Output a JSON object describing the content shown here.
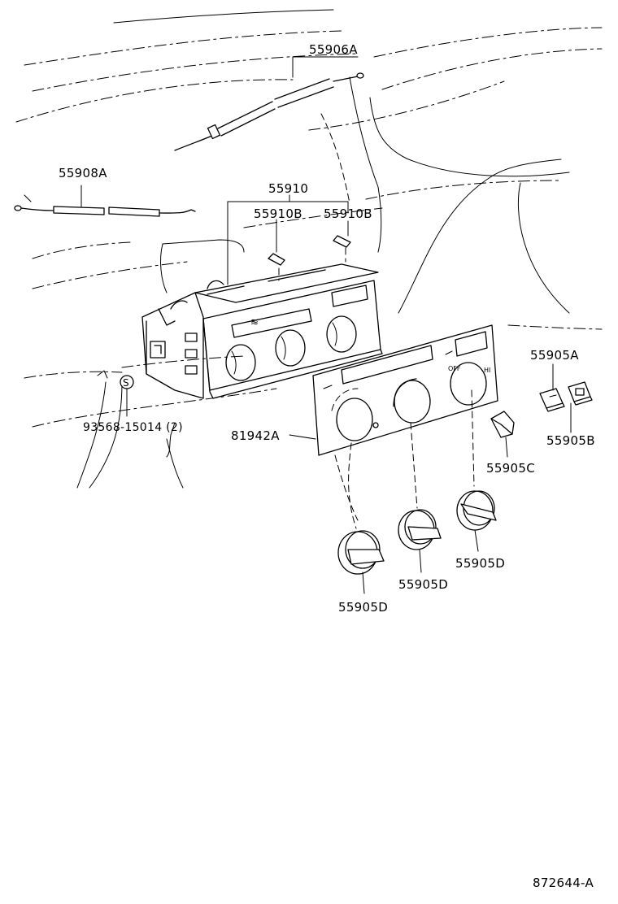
{
  "diagram": {
    "callouts": {
      "p55906A": "55906A",
      "p55908A": "55908A",
      "p55910": "55910",
      "p55910B_left": "55910B",
      "p55910B_right": "55910B",
      "p55905A": "55905A",
      "p55905B": "55905B",
      "p55905C": "55905C",
      "p81942A": "81942A",
      "p93568": "93568-15014 (2)",
      "p55905D_right": "55905D",
      "p55905D_middle": "55905D",
      "p55905D_left": "55905D",
      "screw_marker": "S"
    },
    "panel_markings": {
      "off": "OFF",
      "hi": "HI"
    },
    "drawing_number": "872644-A"
  }
}
